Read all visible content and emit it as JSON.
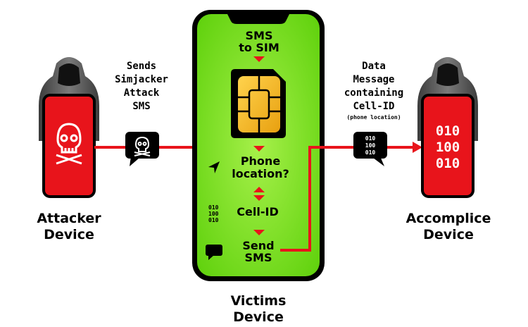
{
  "attacker": {
    "label_line1": "Attacker",
    "label_line2": "Device",
    "screen_icon": "skull-icon"
  },
  "accomplice": {
    "label_line1": "Accomplice",
    "label_line2": "Device",
    "screen_lines": [
      "010",
      "100",
      "010"
    ]
  },
  "victim": {
    "label_line1": "Victims",
    "label_line2": "Device",
    "sim_label_line1": "SMS",
    "sim_label_line2": "to SIM",
    "sim_icon": "sim-card-icon",
    "location_line1": "Phone",
    "location_line2": "location?",
    "location_icon": "navigation-arrow-icon",
    "cellid_label": "Cell-ID",
    "cellid_binary": [
      "010",
      "100",
      "010"
    ],
    "send_line1": "Send",
    "send_line2": "SMS",
    "send_icon": "chat-bubble-icon"
  },
  "attack_message": {
    "lines": [
      "Sends",
      "Simjacker",
      "Attack",
      "SMS"
    ],
    "icon": "skull-message-icon"
  },
  "data_message": {
    "lines": [
      "Data",
      "Message",
      "containing",
      "Cell-ID"
    ],
    "note": "(phone location)",
    "binary": [
      "010",
      "100",
      "010"
    ]
  },
  "colors": {
    "arrow_red": "#e8141b",
    "phone_red": "#e8141b",
    "screen_green": "#7fe31a",
    "hood_gray": "#6b6b6b",
    "black": "#000000",
    "sim_gold": "#f5b21a"
  }
}
